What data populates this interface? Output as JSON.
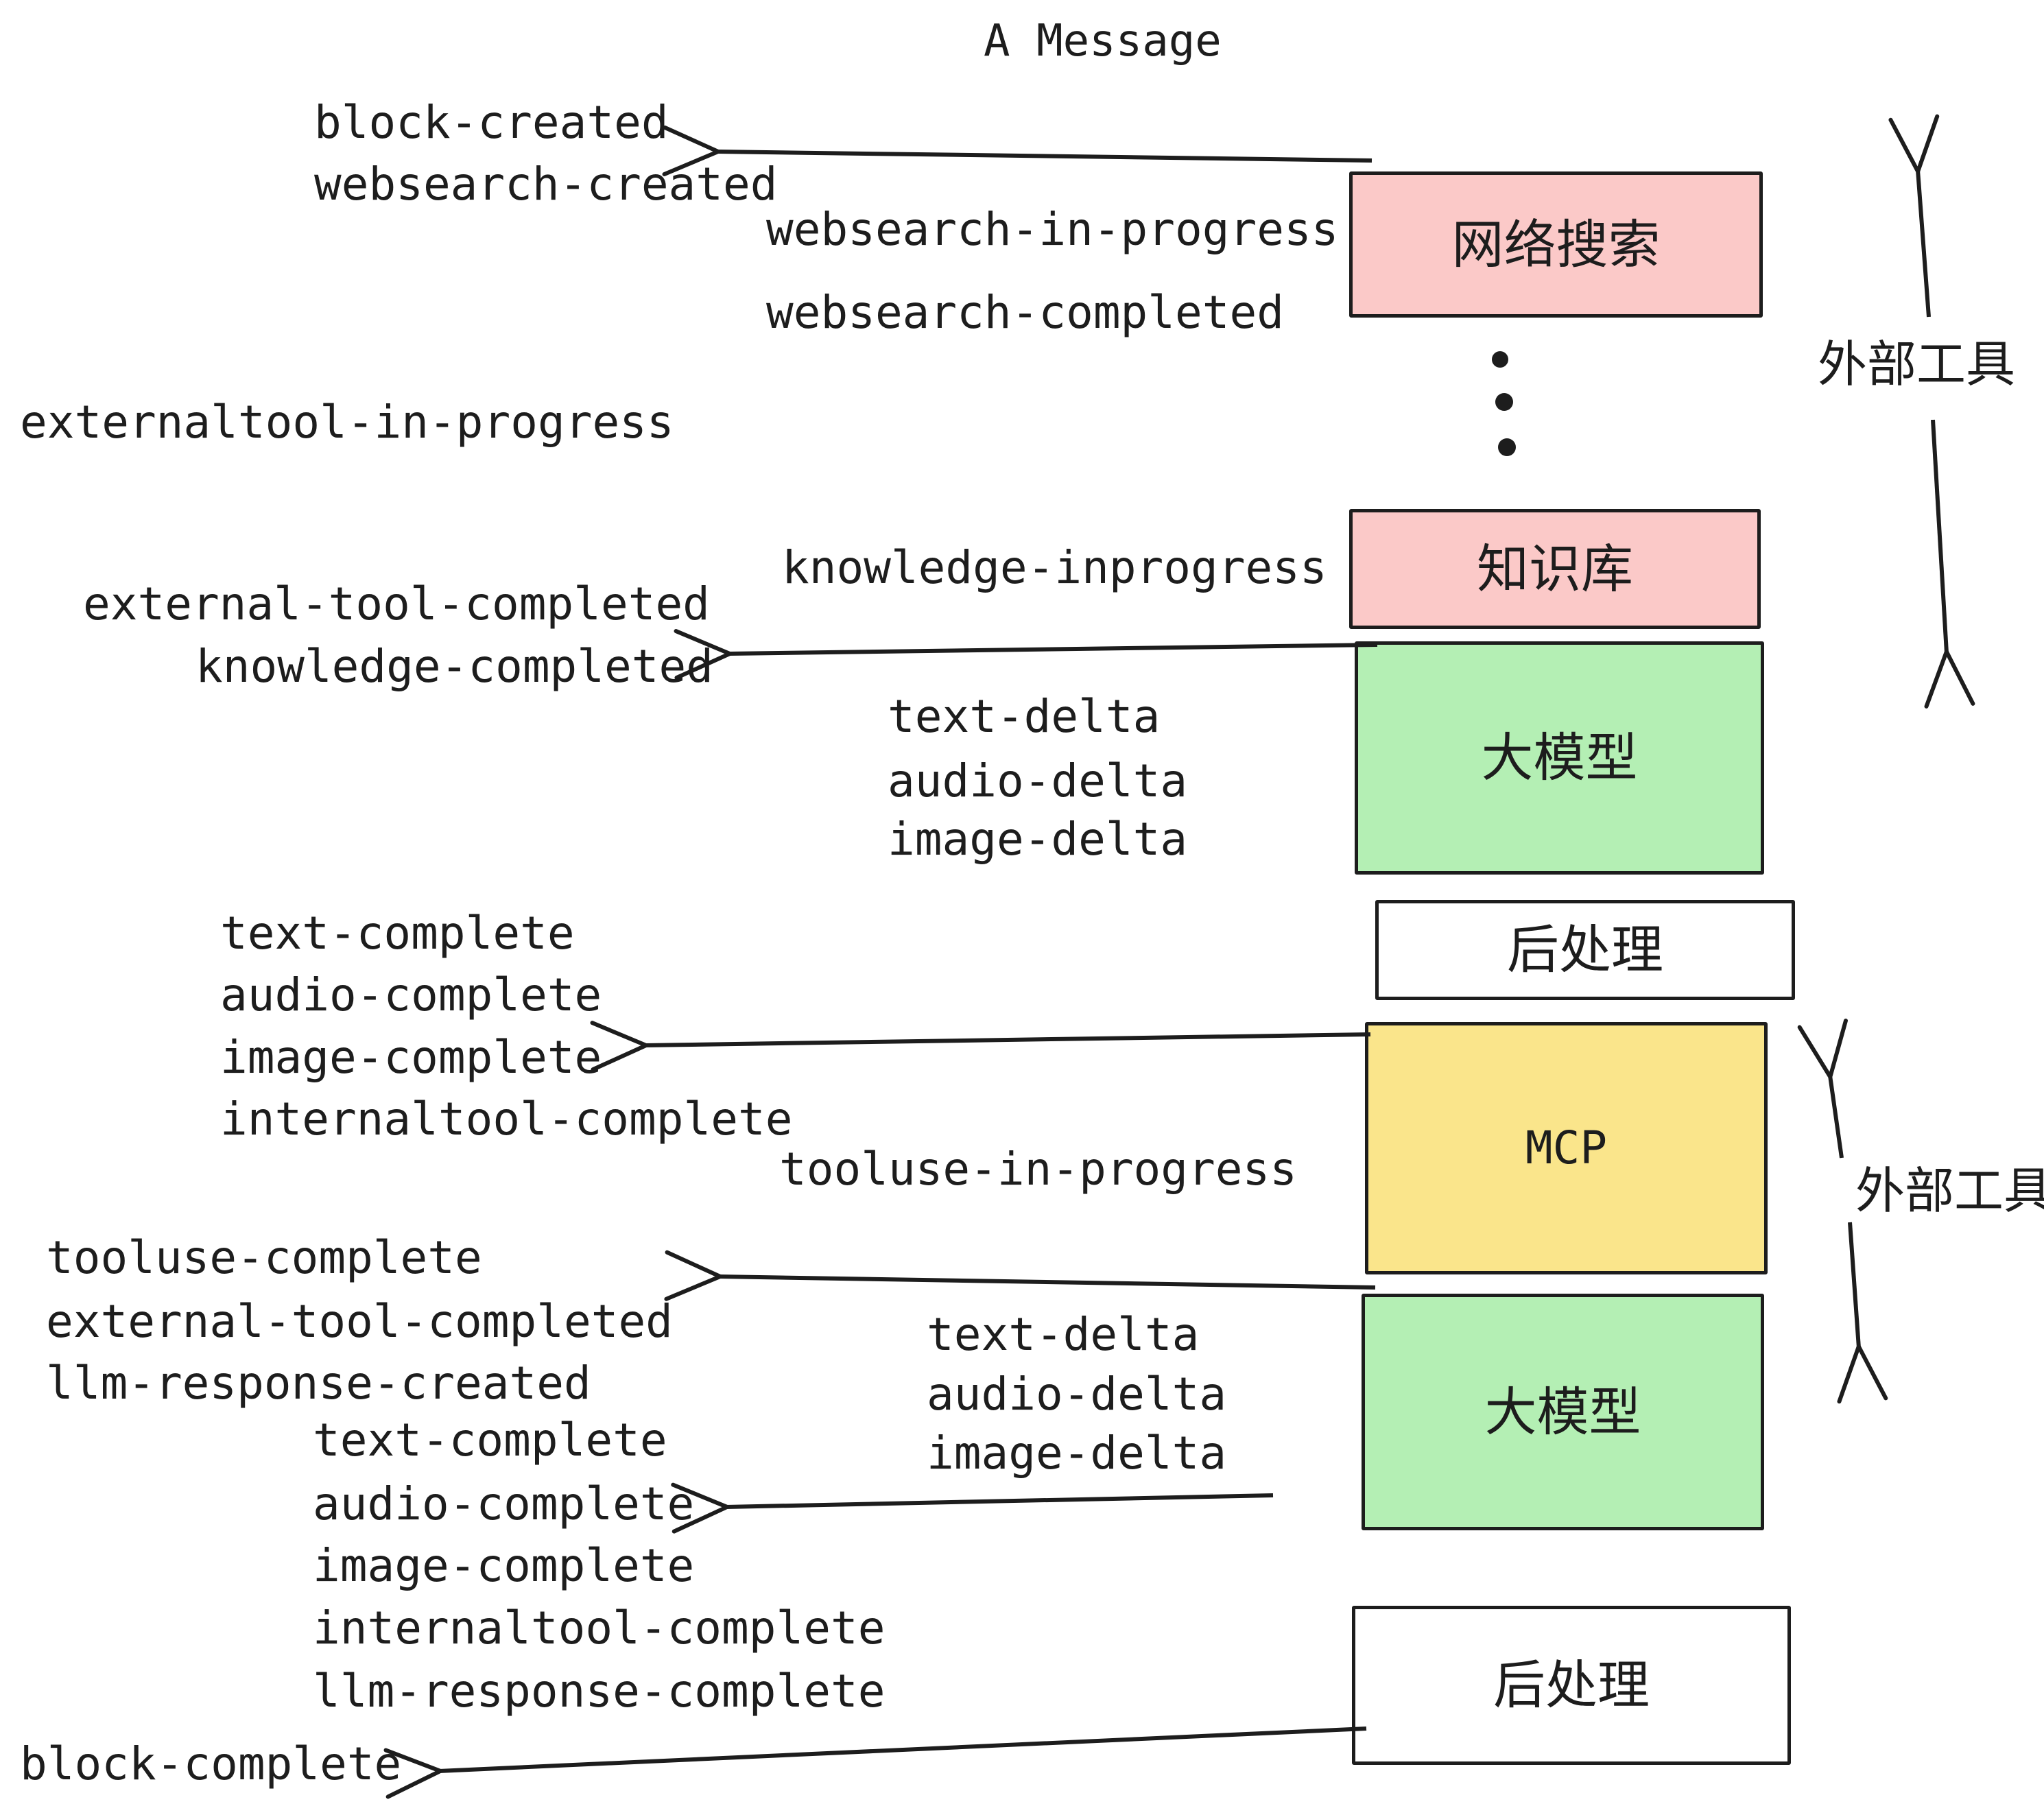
{
  "title": "A Message",
  "labels": {
    "block_created": "block-created",
    "websearch_created": "websearch-created",
    "websearch_in_progress": "websearch-in-progress",
    "websearch_completed": "websearch-completed",
    "externaltool_in_progress": "externaltool-in-progress",
    "knowledge_inprogress": "knowledge-inprogress",
    "external_tool_completed": "external-tool-completed",
    "knowledge_completed": "knowledge-completed",
    "text_delta": "text-delta",
    "audio_delta": "audio-delta",
    "image_delta": "image-delta",
    "text_complete": "text-complete",
    "audio_complete": "audio-complete",
    "image_complete": "image-complete",
    "internaltool_complete": "internaltool-complete",
    "tooluse_in_progress": "tooluse-in-progress",
    "tooluse_complete": "tooluse-complete",
    "llm_response_created": "llm-response-created",
    "llm_response_complete": "llm-response-complete",
    "block_complete": "block-complete"
  },
  "boxes": {
    "web_search": {
      "label": "网络搜索",
      "color": "#FBC9C8"
    },
    "knowledge_base": {
      "label": "知识库",
      "color": "#FBC9C8"
    },
    "llm_top": {
      "label": "大模型",
      "color": "#B4EFB4"
    },
    "post_top": {
      "label": "后处理",
      "color": "#FFFFFF"
    },
    "mcp": {
      "label": "MCP",
      "color": "#FAE58B"
    },
    "llm_bottom": {
      "label": "大模型",
      "color": "#B4EFB4"
    },
    "post_bottom": {
      "label": "后处理",
      "color": "#FFFFFF"
    }
  },
  "side": {
    "external_tools_top": "外部工具",
    "external_tools_bottom": "外部工具"
  },
  "colors": {
    "ink": "#1D1D1D",
    "background": "#FFFFFF",
    "box_pink": "#FBC9C8",
    "box_green": "#B4EFB4",
    "box_yellow": "#FAE58B"
  }
}
